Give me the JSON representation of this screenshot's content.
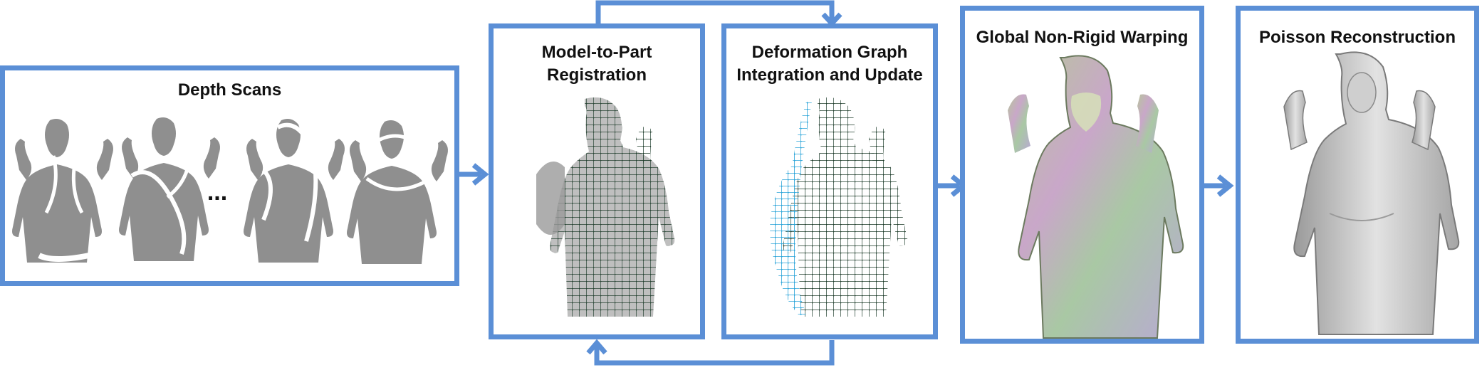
{
  "colors": {
    "frame": "#5b8fd6",
    "scan_gray": "#8f8f8f",
    "graph_green": "#1f3d2c",
    "graph_blue": "#2aa4d8",
    "mesh_light": "#c9c9c9"
  },
  "stages": {
    "depth_scans": {
      "title": "Depth Scans",
      "ellipsis": "..."
    },
    "model_to_part": {
      "title_line1": "Model-to-Part",
      "title_line2": "Registration"
    },
    "deformation_graph": {
      "title_line1": "Deformation Graph",
      "title_line2": "Integration and Update"
    },
    "global_warping": {
      "title": "Global Non-Rigid Warping"
    },
    "poisson": {
      "title": "Poisson Reconstruction"
    }
  }
}
